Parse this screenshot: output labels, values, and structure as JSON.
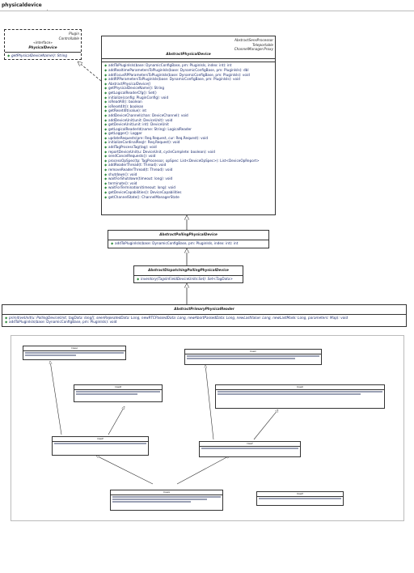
{
  "tab": {
    "title": "physicaldevice"
  },
  "plugin_iface": {
    "stereo_1": "Plugin",
    "stereo_2": "Controllable",
    "stereo_3": "«interface»",
    "name": "PhysicalDevice",
    "ops": [
      "getPhysicalDeviceName(): String"
    ]
  },
  "abstract_device": {
    "stereo_1": "AbstractSensProcessor",
    "stereo_2": "Teleportable",
    "stereo_3": "ChannelManager.Proxy",
    "name": "AbstractPhysicalDevice",
    "ops": [
      "addToPluginIsIs(base: DynamicConfigBase, pm: PluginIsIs, index: int): int",
      "addRealtimeParametersToPluginIsIs(base: DynamicConfigBase, pm: PluginIsIs): dbl",
      "addFocusRPParametersToPluginIsIs(base: DynamicConfigBase, pm: PluginIsIs): void",
      "addRPParametersToPluginIsIs(base: DynamicConfigBase, pm: PluginIsIs): void",
      "AbstractPhysicalDevice()",
      "getPhysicalDeviceName(): String",
      "getLogicalReaderCfg(): Set()",
      "initialize(config: PluginConfig): void",
      "isReadAll(): boolean",
      "isReset4It(): boolean",
      "getReset4It(value): int",
      "addDeviceChannel(chan: DeviceChannel): void",
      "addDeviceUnit(unit: DeviceUnit): void",
      "getDeviceUnit(unit: int): DeviceUnit",
      "getLogicalReaderId(name: String): LogicalReader",
      "getLogger(): Logger",
      "updateRequests(pre: Req.Request, cur: Req.Request): void",
      "initializeCardinalReq(r: Req.Request): void",
      "addTagProcessTag(tag): void",
      "reportDeviceUnit(u: DeviceUnit, cycleComplete: boolean): void",
      "sendCancelRequests(): void",
      "processOpSpec(tp: TagProcessor, opSpec: List<DeviceOpSpec>): List<DeviceOpReport>",
      "addReaderThread(t: Thread): void",
      "removeReaderThread(t: Thread): void",
      "shutdown(): void",
      "waitForShutdown(timeout: long): void",
      "terminate(): void",
      "waitForTermination(timeout: long): void",
      "getDeviceCapabilities(): DeviceCapabilities",
      "getChannelState(): ChannelManagerState"
    ]
  },
  "polling_device": {
    "name": "AbstractPollingPhysicalDevice",
    "ops": [
      "addToPluginIsIs(base: DynamicConfigBase, pm: PluginIsIs, index: int): int"
    ]
  },
  "dispatching_device": {
    "name": "AbstractDispatchingPollingPhysicalDevice",
    "ops": [
      "inventory(TagsInFieldDeviceUnits:Set): Set<TagData>"
    ]
  },
  "primary_reader": {
    "name": "AbstractPrimaryPhysicalReader",
    "ops": [
      "primitiveUnit(u: PollingDeviceUnit, tagData: long[], seenRepeatedData: Long, newRTCPassedData: Long, newAbortPassedData: Long, newLastValue: Long, newLastMask: Long, parameters: Map): void",
      "addToPluginIsIs(base: DynamicConfigBase, pm: PluginIsIs): void"
    ]
  },
  "mini_classes": [
    {
      "name": "ClassA"
    },
    {
      "name": "ClassB"
    },
    {
      "name": "ClassC"
    },
    {
      "name": "ClassD"
    },
    {
      "name": "ClassE"
    },
    {
      "name": "ClassF"
    },
    {
      "name": "ClassG"
    },
    {
      "name": "ClassH"
    }
  ]
}
